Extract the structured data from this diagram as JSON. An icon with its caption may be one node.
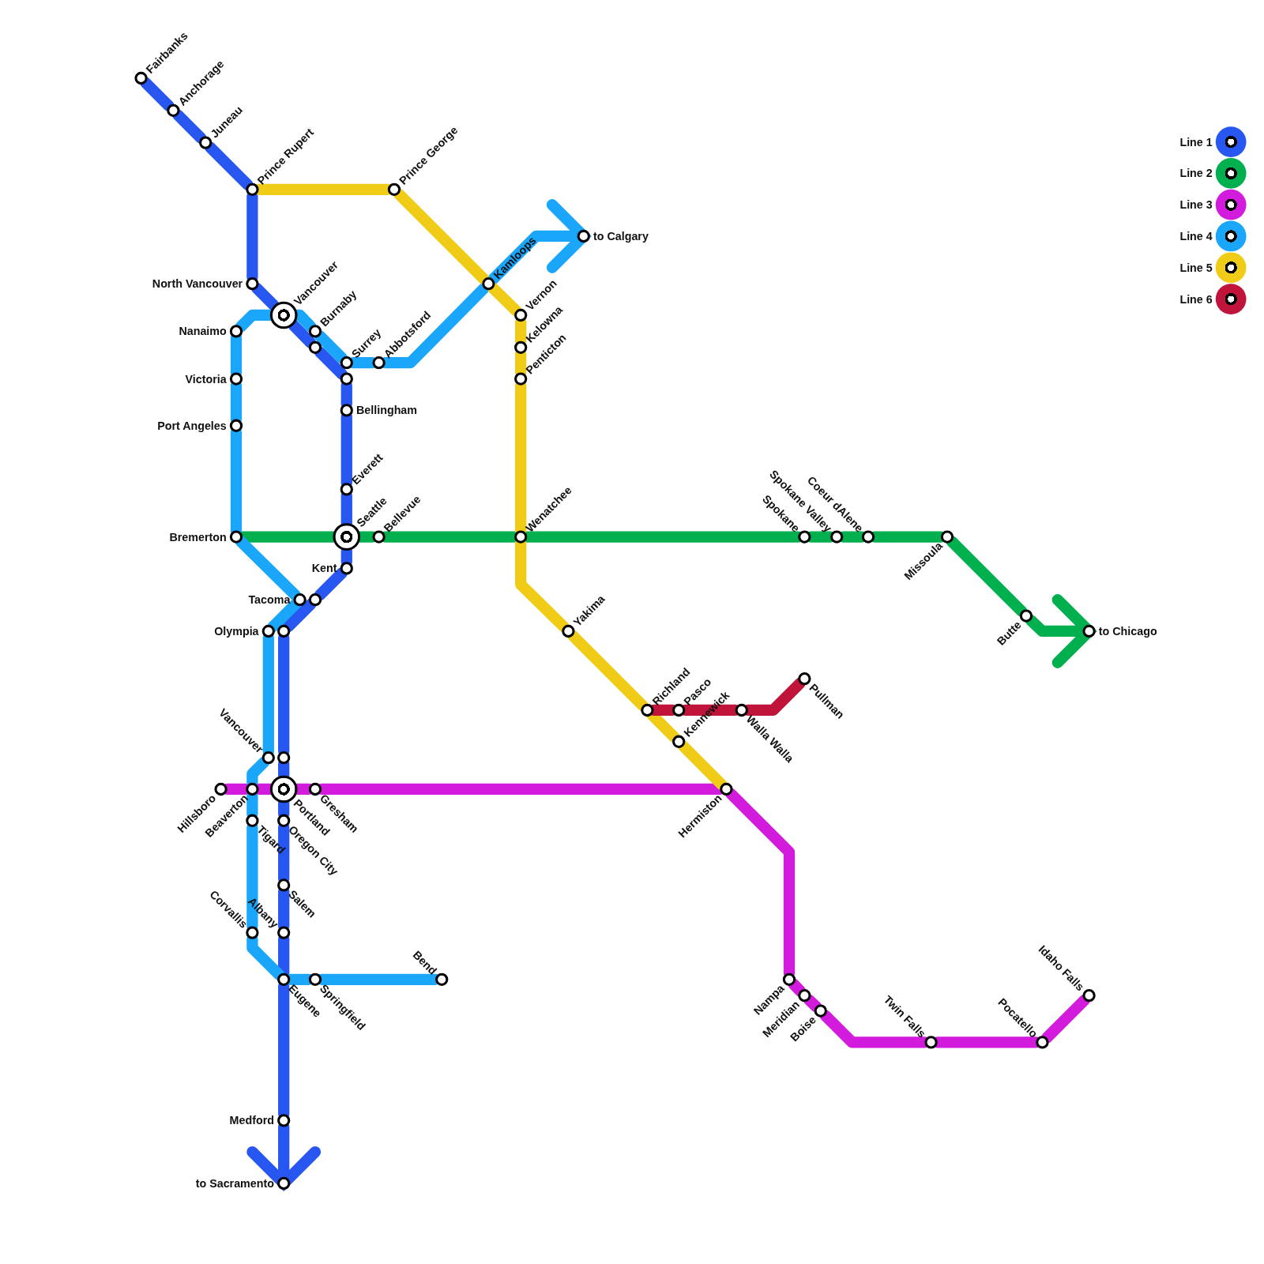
{
  "diagram": {
    "nodes": [
      {
        "text": [
          "Fairbanks"
        ]
      },
      {
        "text": [
          "Anchorage"
        ]
      },
      {
        "text": [
          "Juneau"
        ]
      },
      {
        "text": [
          "Prince Rupert"
        ]
      },
      {
        "text": [
          "Prince George"
        ]
      },
      {
        "text": [
          "North Vancouver"
        ]
      },
      {
        "text": [
          "Vancouver"
        ]
      },
      {
        "text": [
          "Nanaimo"
        ]
      },
      {
        "text": [
          "Burnaby"
        ]
      },
      {
        "text": [],
        "shape": "circle"
      },
      {
        "text": [
          "Surrey"
        ]
      },
      {
        "text": [],
        "shape": "circle"
      },
      {
        "text": [
          "Abbotsford"
        ]
      },
      {
        "text": [
          "Kamloops"
        ]
      },
      {
        "text": [
          "to Calgary"
        ]
      },
      {
        "text": [
          "Vernon"
        ]
      },
      {
        "text": [
          "Kelowna"
        ]
      },
      {
        "text": [
          "Penticton"
        ]
      },
      {
        "text": [
          "Victoria"
        ]
      },
      {
        "text": [
          "Bellingham"
        ]
      },
      {
        "text": [
          "Port Angeles"
        ]
      },
      {
        "text": [
          "Everett"
        ]
      },
      {
        "text": [
          "Bremerton"
        ]
      },
      {
        "text": [
          "Seattle"
        ]
      },
      {
        "text": [
          "Bellevue"
        ]
      },
      {
        "text": [
          "Wenatchee"
        ]
      },
      {
        "text": [
          "Spokane"
        ]
      },
      {
        "text": [
          "Spokane Valley"
        ]
      },
      {
        "text": [
          "Coeur dAlene"
        ]
      },
      {
        "text": [
          "Missoula"
        ]
      },
      {
        "text": [
          "Kent"
        ]
      },
      {
        "text": [
          "Tacoma"
        ]
      },
      {
        "text": [],
        "shape": "circle"
      },
      {
        "text": [
          "Olympia"
        ]
      },
      {
        "text": [],
        "shape": "circle"
      },
      {
        "text": [
          "Yakima"
        ]
      },
      {
        "text": [
          "Butte"
        ]
      },
      {
        "text": [
          "to Chicago"
        ]
      },
      {
        "text": [
          "Pullman"
        ]
      },
      {
        "text": [
          "Richland"
        ]
      },
      {
        "text": [
          "Pasco"
        ]
      },
      {
        "text": [
          "Walla Walla"
        ]
      },
      {
        "text": [
          "Kennewick"
        ]
      },
      {
        "text": [
          "Vancouver"
        ]
      },
      {
        "text": [],
        "shape": "circle"
      },
      {
        "text": [
          "Hillsboro"
        ]
      },
      {
        "text": [
          "Beaverton"
        ]
      },
      {
        "text": [
          "Portland"
        ]
      },
      {
        "text": [
          "Gresham"
        ]
      },
      {
        "text": [
          "Hermiston"
        ]
      },
      {
        "text": [
          "Tigard"
        ]
      },
      {
        "text": [
          "Oregon City"
        ]
      },
      {
        "text": [
          "Salem"
        ]
      },
      {
        "text": [
          "Corvallis"
        ]
      },
      {
        "text": [
          "Albany"
        ]
      },
      {
        "text": [
          "Eugene"
        ]
      },
      {
        "text": [
          "Springfield"
        ]
      },
      {
        "text": [
          "Bend"
        ]
      },
      {
        "text": [
          "Nampa"
        ]
      },
      {
        "text": [
          "Meridian"
        ]
      },
      {
        "text": [
          "Boise"
        ]
      },
      {
        "text": [
          "Twin Falls"
        ]
      },
      {
        "text": [
          "Pocatello"
        ]
      },
      {
        "text": [
          "Idaho Falls"
        ]
      },
      {
        "text": [
          "Medford"
        ]
      },
      {
        "text": [
          "to Sacramento"
        ]
      }
    ],
    "edges": [
      {
        "from": 0,
        "to": 1,
        "arrow": "none"
      },
      {
        "from": 1,
        "to": 2,
        "arrow": "none"
      },
      {
        "from": 2,
        "to": 3,
        "arrow": "none"
      },
      {
        "from": 3,
        "to": 5,
        "arrow": "none"
      },
      {
        "from": 5,
        "to": 6,
        "arrow": "none"
      },
      {
        "from": 6,
        "to": 9,
        "arrow": "none"
      },
      {
        "from": 9,
        "to": 11,
        "arrow": "none"
      },
      {
        "from": 11,
        "to": 19,
        "arrow": "none"
      },
      {
        "from": 19,
        "to": 21,
        "arrow": "none"
      },
      {
        "from": 21,
        "to": 23,
        "arrow": "none"
      },
      {
        "from": 23,
        "to": 30,
        "arrow": "none"
      },
      {
        "from": 30,
        "to": 32,
        "arrow": "none"
      },
      {
        "from": 32,
        "to": 34,
        "arrow": "none"
      },
      {
        "from": 34,
        "to": 44,
        "arrow": "none"
      },
      {
        "from": 44,
        "to": 47,
        "arrow": "none"
      },
      {
        "from": 47,
        "to": 51,
        "arrow": "none"
      },
      {
        "from": 51,
        "to": 52,
        "arrow": "none"
      },
      {
        "from": 52,
        "to": 54,
        "arrow": "none"
      },
      {
        "from": 54,
        "to": 55,
        "arrow": "none"
      },
      {
        "from": 55,
        "to": 64,
        "arrow": "none"
      },
      {
        "from": 64,
        "to": 65,
        "arrow": "to"
      },
      {
        "from": 22,
        "to": 23,
        "arrow": "none",
        "color": "#00b04f"
      },
      {
        "from": 23,
        "to": 24,
        "arrow": "none",
        "color": "#00b04f"
      },
      {
        "from": 24,
        "to": 25,
        "arrow": "none",
        "color": "#00b04f"
      },
      {
        "from": 25,
        "to": 26,
        "arrow": "none",
        "color": "#00b04f"
      },
      {
        "from": 26,
        "to": 27,
        "arrow": "none",
        "color": "#00b04f"
      },
      {
        "from": 27,
        "to": 28,
        "arrow": "none",
        "color": "#00b04f"
      },
      {
        "from": 28,
        "to": 29,
        "arrow": "none",
        "color": "#00b04f"
      },
      {
        "from": 29,
        "to": 36,
        "arrow": "none",
        "color": "#00b04f"
      },
      {
        "from": 36,
        "to": 37,
        "arrow": "to",
        "color": "#00b04f"
      },
      {
        "from": 45,
        "to": 46,
        "arrow": "none",
        "color": "#d21bdc"
      },
      {
        "from": 46,
        "to": 47,
        "arrow": "none",
        "color": "#d21bdc"
      },
      {
        "from": 47,
        "to": 48,
        "arrow": "none",
        "color": "#d21bdc"
      },
      {
        "from": 48,
        "to": 49,
        "arrow": "none",
        "color": "#d21bdc"
      },
      {
        "from": 49,
        "to": 58,
        "arrow": "none",
        "color": "#d21bdc"
      },
      {
        "from": 58,
        "to": 59,
        "arrow": "none",
        "color": "#d21bdc"
      },
      {
        "from": 59,
        "to": 60,
        "arrow": "none",
        "color": "#d21bdc"
      },
      {
        "from": 60,
        "to": 61,
        "arrow": "none",
        "color": "#d21bdc"
      },
      {
        "from": 61,
        "to": 62,
        "arrow": "none",
        "color": "#d21bdc"
      },
      {
        "from": 62,
        "to": 63,
        "arrow": "none",
        "color": "#d21bdc"
      },
      {
        "from": 7,
        "to": 6,
        "arrow": "none",
        "color": "#1aa6fb"
      },
      {
        "from": 6,
        "to": 8,
        "arrow": "none",
        "color": "#1aa6fb"
      },
      {
        "from": 8,
        "to": 10,
        "arrow": "none",
        "color": "#1aa6fb"
      },
      {
        "from": 10,
        "to": 12,
        "arrow": "none",
        "color": "#1aa6fb"
      },
      {
        "from": 12,
        "to": 13,
        "arrow": "none",
        "color": "#1aa6fb"
      },
      {
        "from": 13,
        "to": 14,
        "arrow": "to",
        "color": "#1aa6fb"
      },
      {
        "from": 7,
        "to": 18,
        "arrow": "none",
        "color": "#1aa6fb"
      },
      {
        "from": 18,
        "to": 20,
        "arrow": "none",
        "color": "#1aa6fb"
      },
      {
        "from": 20,
        "to": 22,
        "arrow": "none",
        "color": "#1aa6fb"
      },
      {
        "from": 22,
        "to": 31,
        "arrow": "none",
        "color": "#1aa6fb"
      },
      {
        "from": 31,
        "to": 33,
        "arrow": "none",
        "color": "#1aa6fb"
      },
      {
        "from": 33,
        "to": 43,
        "arrow": "none",
        "color": "#1aa6fb"
      },
      {
        "from": 43,
        "to": 46,
        "arrow": "none",
        "color": "#1aa6fb"
      },
      {
        "from": 46,
        "to": 50,
        "arrow": "none",
        "color": "#1aa6fb"
      },
      {
        "from": 50,
        "to": 53,
        "arrow": "none",
        "color": "#1aa6fb"
      },
      {
        "from": 53,
        "to": 55,
        "arrow": "none",
        "color": "#1aa6fb"
      },
      {
        "from": 55,
        "to": 56,
        "arrow": "none",
        "color": "#1aa6fb"
      },
      {
        "from": 56,
        "to": 57,
        "arrow": "none",
        "color": "#1aa6fb"
      },
      {
        "from": 3,
        "to": 4,
        "arrow": "none",
        "color": "#f0cc16"
      },
      {
        "from": 4,
        "to": 13,
        "arrow": "none",
        "color": "#f0cc16"
      },
      {
        "from": 13,
        "to": 15,
        "arrow": "none",
        "color": "#f0cc16"
      },
      {
        "from": 15,
        "to": 16,
        "arrow": "none",
        "color": "#f0cc16"
      },
      {
        "from": 16,
        "to": 17,
        "arrow": "none",
        "color": "#f0cc16"
      },
      {
        "from": 17,
        "to": 25,
        "arrow": "none",
        "color": "#f0cc16"
      },
      {
        "from": 25,
        "to": 35,
        "arrow": "none",
        "color": "#f0cc16"
      },
      {
        "from": 35,
        "to": 39,
        "arrow": "none",
        "color": "#f0cc16"
      },
      {
        "from": 39,
        "to": 42,
        "arrow": "none",
        "color": "#f0cc16"
      },
      {
        "from": 42,
        "to": 49,
        "arrow": "none",
        "color": "#f0cc16"
      },
      {
        "from": 39,
        "to": 40,
        "arrow": "none",
        "color": "#c0143b"
      },
      {
        "from": 40,
        "to": 41,
        "arrow": "none",
        "color": "#c0143b"
      },
      {
        "from": 41,
        "to": 38,
        "arrow": "none",
        "color": "#c0143b"
      }
    ],
    "legend": [
      {
        "text": "Line 1",
        "color": "#2757f0"
      },
      {
        "text": "Line 2",
        "color": "#00b04f"
      },
      {
        "text": "Line 3",
        "color": "#d21bdc"
      },
      {
        "text": "Line 4",
        "color": "#1aa6fb"
      },
      {
        "text": "Line 5",
        "color": "#f0cc16"
      },
      {
        "text": "Line 6",
        "color": "#c0143b"
      }
    ]
  }
}
